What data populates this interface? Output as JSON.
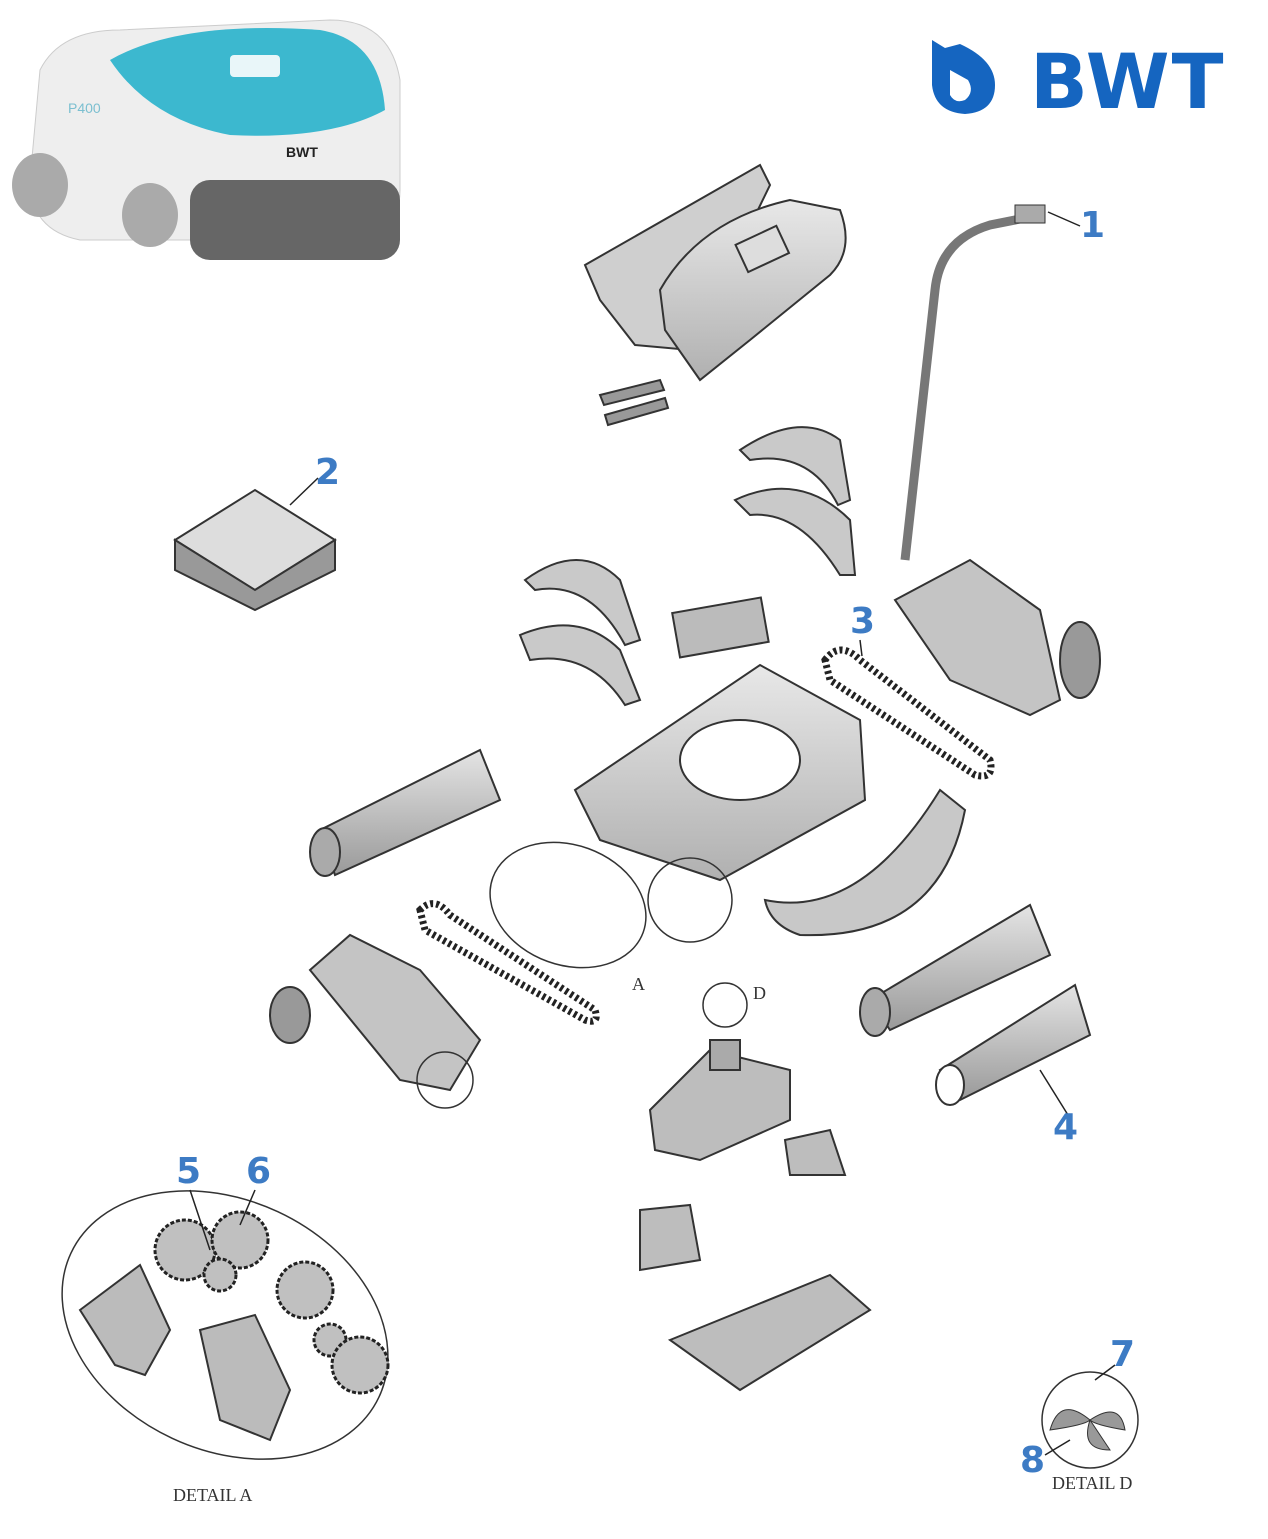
{
  "logo": {
    "text": "BWT",
    "color": "#1565c0"
  },
  "product": {
    "model": "P400",
    "brand": "BWT"
  },
  "callouts": [
    "1",
    "2",
    "3",
    "4",
    "5",
    "6",
    "7",
    "8"
  ],
  "callout_color": "#3d7bc4",
  "detail_markers": {
    "a": "A",
    "d": "D"
  },
  "detail_titles": {
    "a": "DETAIL A",
    "d": "DETAIL D"
  }
}
